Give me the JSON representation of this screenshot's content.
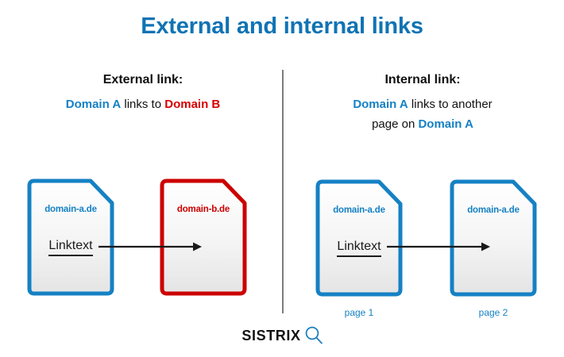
{
  "title": "External and internal links",
  "colors": {
    "brand_blue": "#1581c4",
    "title_blue": "#1073b4",
    "accent_red": "#cc0000",
    "text_black": "#111111",
    "divider_gray": "#7d7d7d"
  },
  "sections": {
    "external": {
      "heading": "External link:",
      "sub_parts": {
        "domain_a": "Domain A",
        "connector": " links to ",
        "domain_b": "Domain B"
      }
    },
    "internal": {
      "heading": "Internal link:",
      "sub_parts": {
        "domain_a": "Domain A",
        "connector_1": " links to another",
        "connector_2": "page on ",
        "domain_a_2": "Domain A"
      }
    }
  },
  "documents": [
    {
      "id": "doc-a-ext",
      "domain": "domain-a.de",
      "linktext": "Linktext",
      "color": "blue",
      "page_label": ""
    },
    {
      "id": "doc-b-ext",
      "domain": "domain-b.de",
      "linktext": "",
      "color": "red",
      "page_label": ""
    },
    {
      "id": "doc-a-p1",
      "domain": "domain-a.de",
      "linktext": "Linktext",
      "color": "blue",
      "page_label": "page 1"
    },
    {
      "id": "doc-a-p2",
      "domain": "domain-a.de",
      "linktext": "",
      "color": "blue",
      "page_label": "page 2"
    }
  ],
  "logo": {
    "wordmark": "SISTRIX",
    "icon": "magnifying-glass-icon"
  }
}
